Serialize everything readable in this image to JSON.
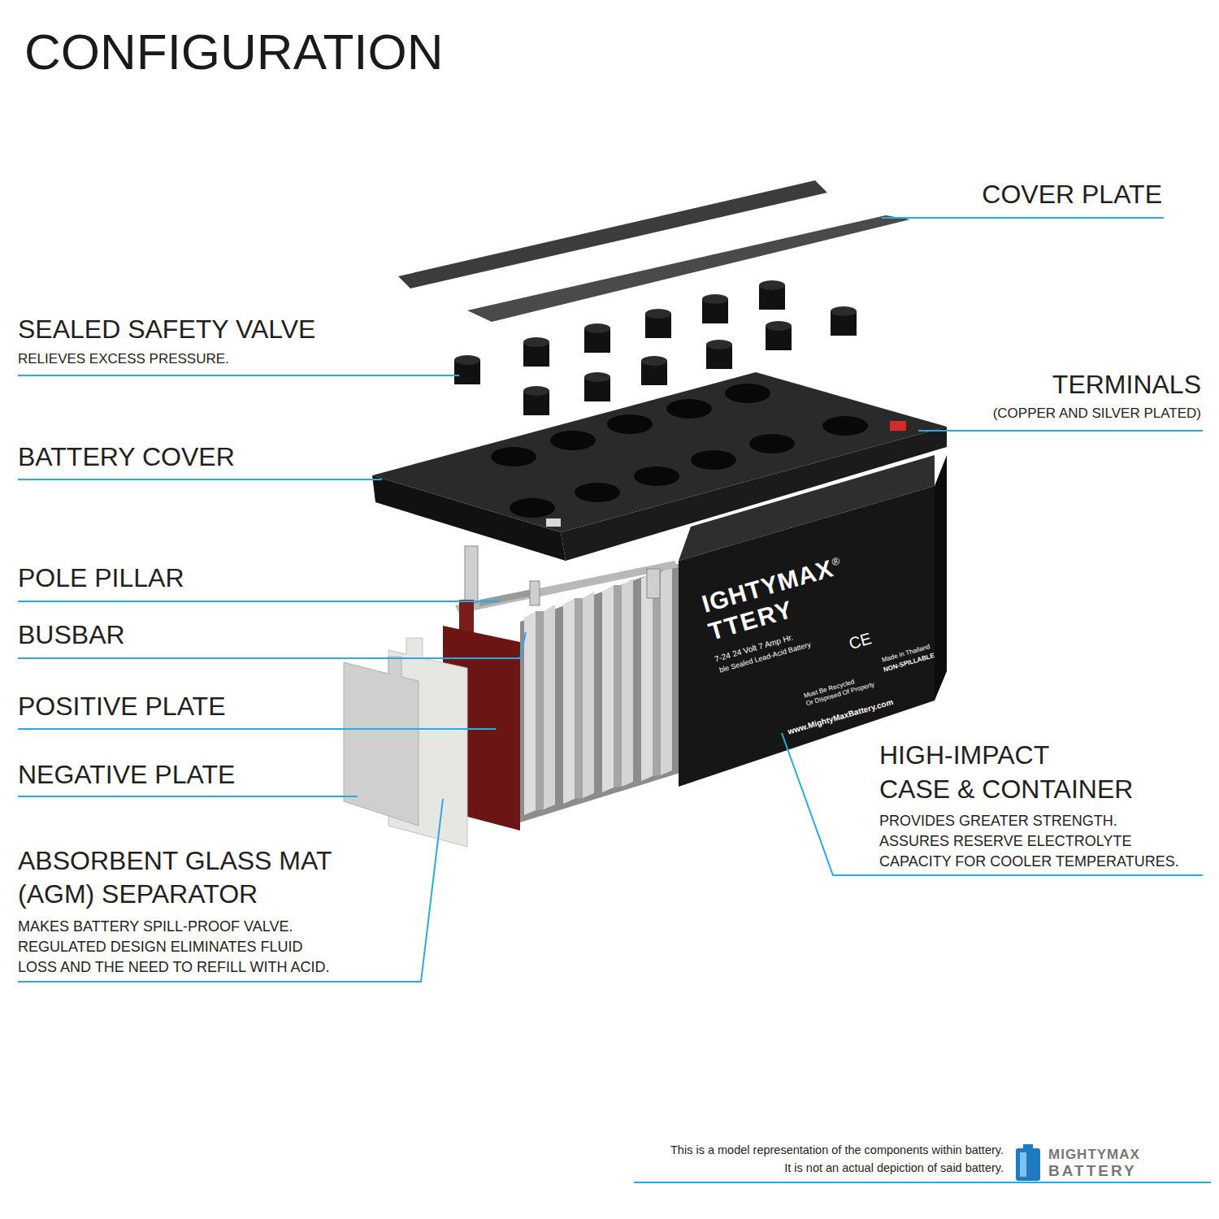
{
  "diagram": {
    "title": "CONFIGURATION",
    "labels": [
      "COVER PLATE",
      "SEALED SAFETY VALVE",
      "RELIEVES EXCESS PRESSURE.",
      "TERMINALS",
      "(COPPER AND SILVER PLATED)",
      "BATTERY COVER",
      "POLE PILLAR",
      "BUSBAR",
      "POSITIVE PLATE",
      "NEGATIVE PLATE",
      "ABSORBENT GLASS MAT (AGM) SEPARATOR",
      "MAKES BATTERY SPILL-PROOF VALVE. REGULATED DESIGN ELIMINATES FLUID LOSS AND THE NEED TO REFILL WITH ACID.",
      "HIGH-IMPACT CASE & CONTAINER",
      "PROVIDES GREATER STRENGTH. ASSURES RESERVE ELECTROLYTE CAPACITY FOR COOLER TEMPERATURES.",
      "IGHTYMAX",
      "®",
      "TTERY",
      "7-24 24 Volt 7 Amp Hr.",
      "ble Sealed Lead-Acid Battery",
      "CE",
      "Made in Thailand",
      "NON-SPILLABLE",
      "Must Be Recycled Or Disposed Of Properly",
      "www.MightyMaxBattery.com",
      "This is a model representation of the components within battery. It is not an actual depiction of said battery.",
      "MIGHTYMAX",
      "BATTERY"
    ]
  }
}
